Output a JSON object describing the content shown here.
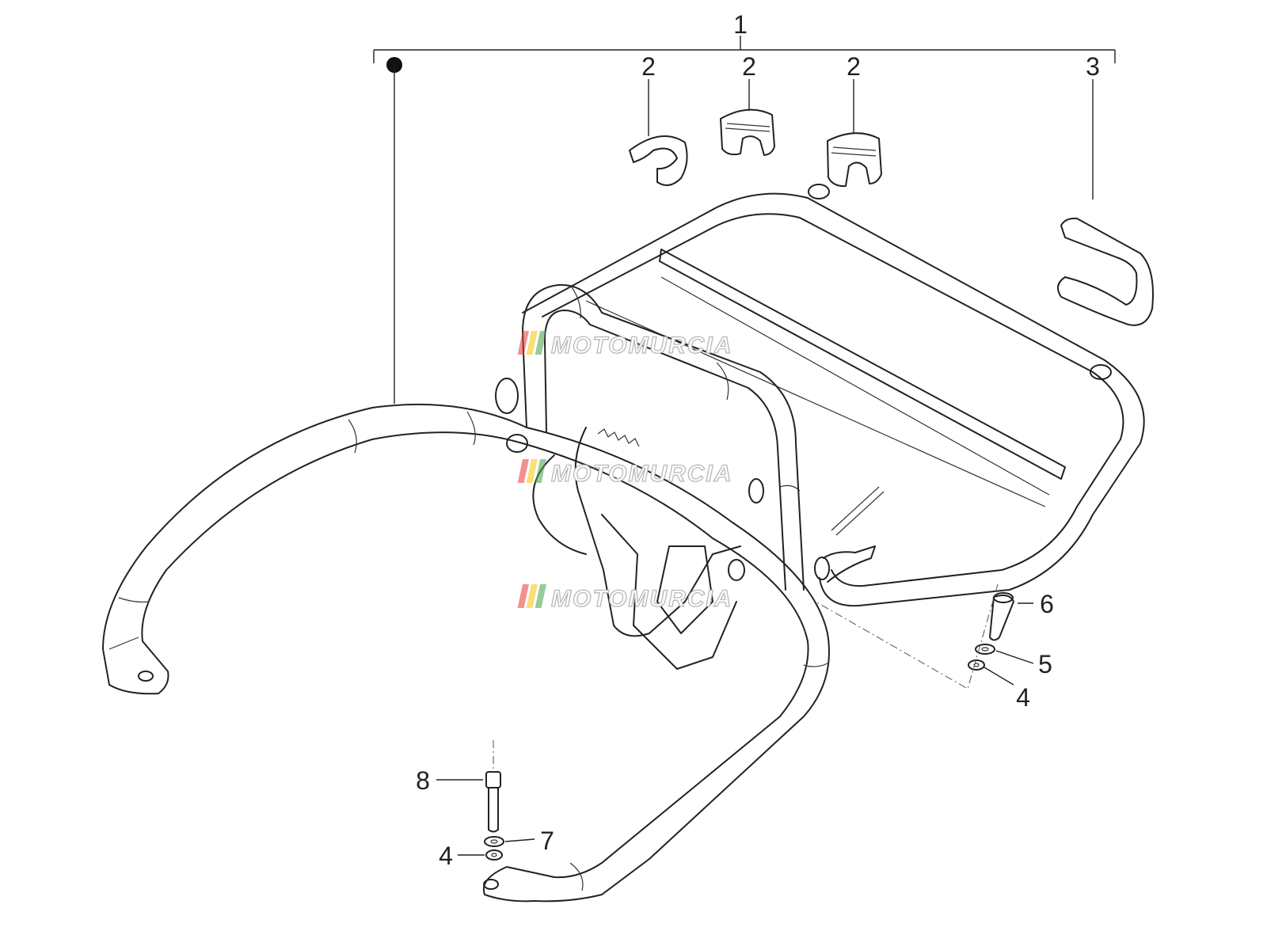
{
  "callouts": {
    "c1": "1",
    "c2a": "2",
    "c2b": "2",
    "c2c": "2",
    "c3": "3",
    "c4a": "4",
    "c4b": "4",
    "c5": "5",
    "c6": "6",
    "c7": "7",
    "c8": "8"
  },
  "watermark": {
    "text": "MOTOMURCIA",
    "stripe_colors": [
      "#e53935",
      "#f4c20d",
      "#43a047"
    ]
  },
  "colors": {
    "line": "#222222",
    "background": "#ffffff"
  }
}
